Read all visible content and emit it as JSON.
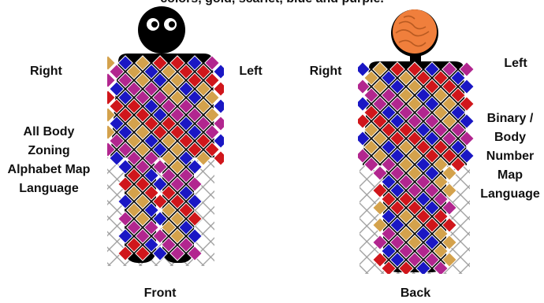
{
  "caption": "colors, gold, scarlet, blue and purple.",
  "labels": {
    "front_right": "Right",
    "front_left": "Left",
    "back_right": "Right",
    "back_left": "Left",
    "front_side_lines": [
      "All Body",
      "Zoning",
      "Alphabet Map",
      "Language"
    ],
    "back_side_lines": [
      "Binary /",
      "Body",
      "Number",
      "Map",
      "Language"
    ],
    "front": "Front",
    "back": "Back"
  },
  "colors": {
    "gold": "#d4a24c",
    "scarlet": "#d0161b",
    "blue": "#1a17c4",
    "purple": "#b2268f",
    "hair": "#f07f3c",
    "figure": "#000000"
  }
}
